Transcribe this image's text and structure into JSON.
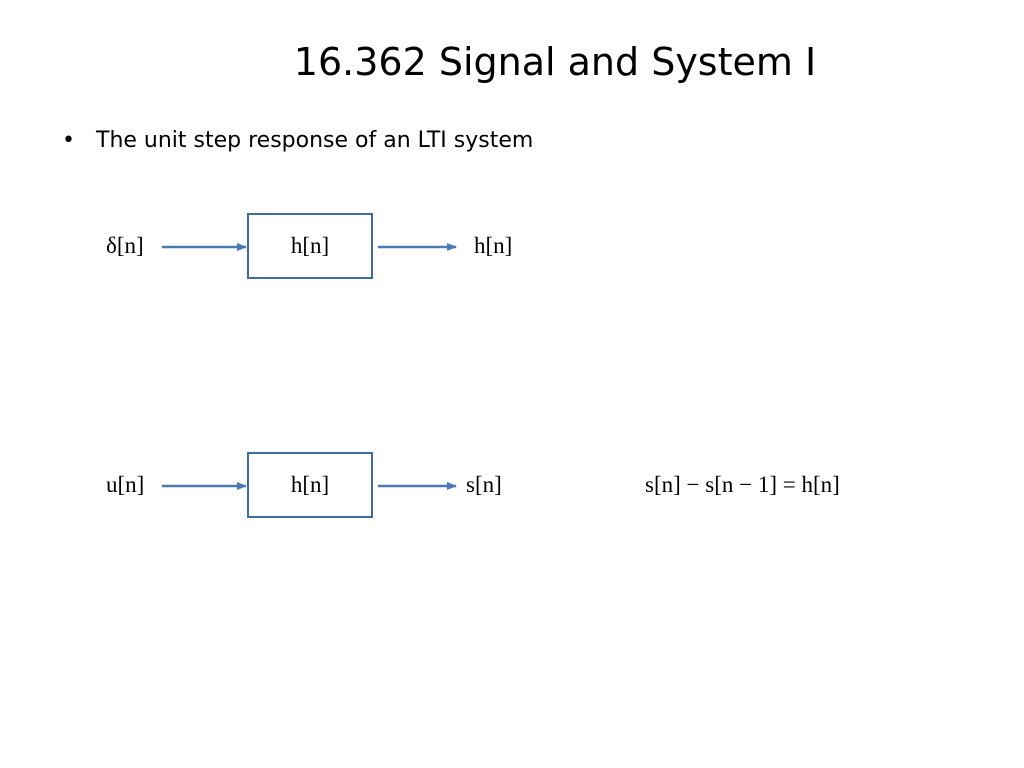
{
  "slide": {
    "title": "16.362 Signal and System I",
    "bullet_marker": "•",
    "bullet_text": "The unit step response of an LTI system"
  },
  "diagram_top": {
    "input_label": "δ[n]",
    "block_label": "h[n]",
    "output_label": "h[n]"
  },
  "diagram_bottom": {
    "input_label": "u[n]",
    "block_label": "h[n]",
    "output_label": "s[n]"
  },
  "equation": "s[n] − s[n − 1] = h[n]",
  "colors": {
    "arrow": "#4a7ab5",
    "block_border": "#3d6ca3"
  }
}
